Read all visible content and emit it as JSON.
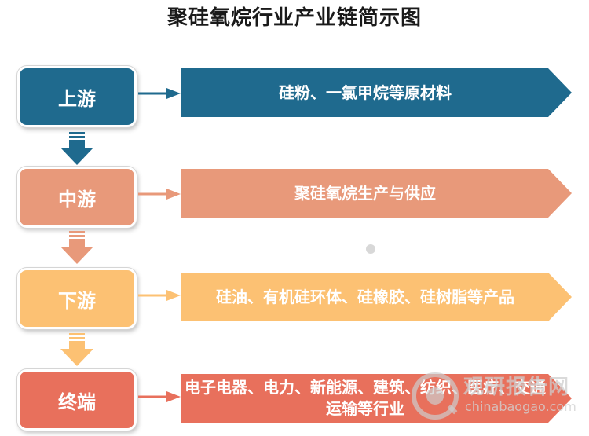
{
  "title": "聚硅氧烷行业产业链简示图",
  "stages": [
    {
      "label": "上游",
      "description": "硅粉、一氯甲烷等原材料",
      "color": "#1f6a8e"
    },
    {
      "label": "中游",
      "description": "聚硅氧烷生产与供应",
      "color": "#e8997a"
    },
    {
      "label": "下游",
      "description": "硅油、有机硅环体、硅橡胶、硅树脂等产品",
      "color": "#fcc173"
    },
    {
      "label": "终端",
      "description": "电子电器、电力、新能源、建筑、纺织、医疗、交通运输等行业",
      "color": "#e8705c"
    }
  ],
  "watermark": {
    "name": "观研报告网",
    "url": "chinabaogao.com"
  }
}
